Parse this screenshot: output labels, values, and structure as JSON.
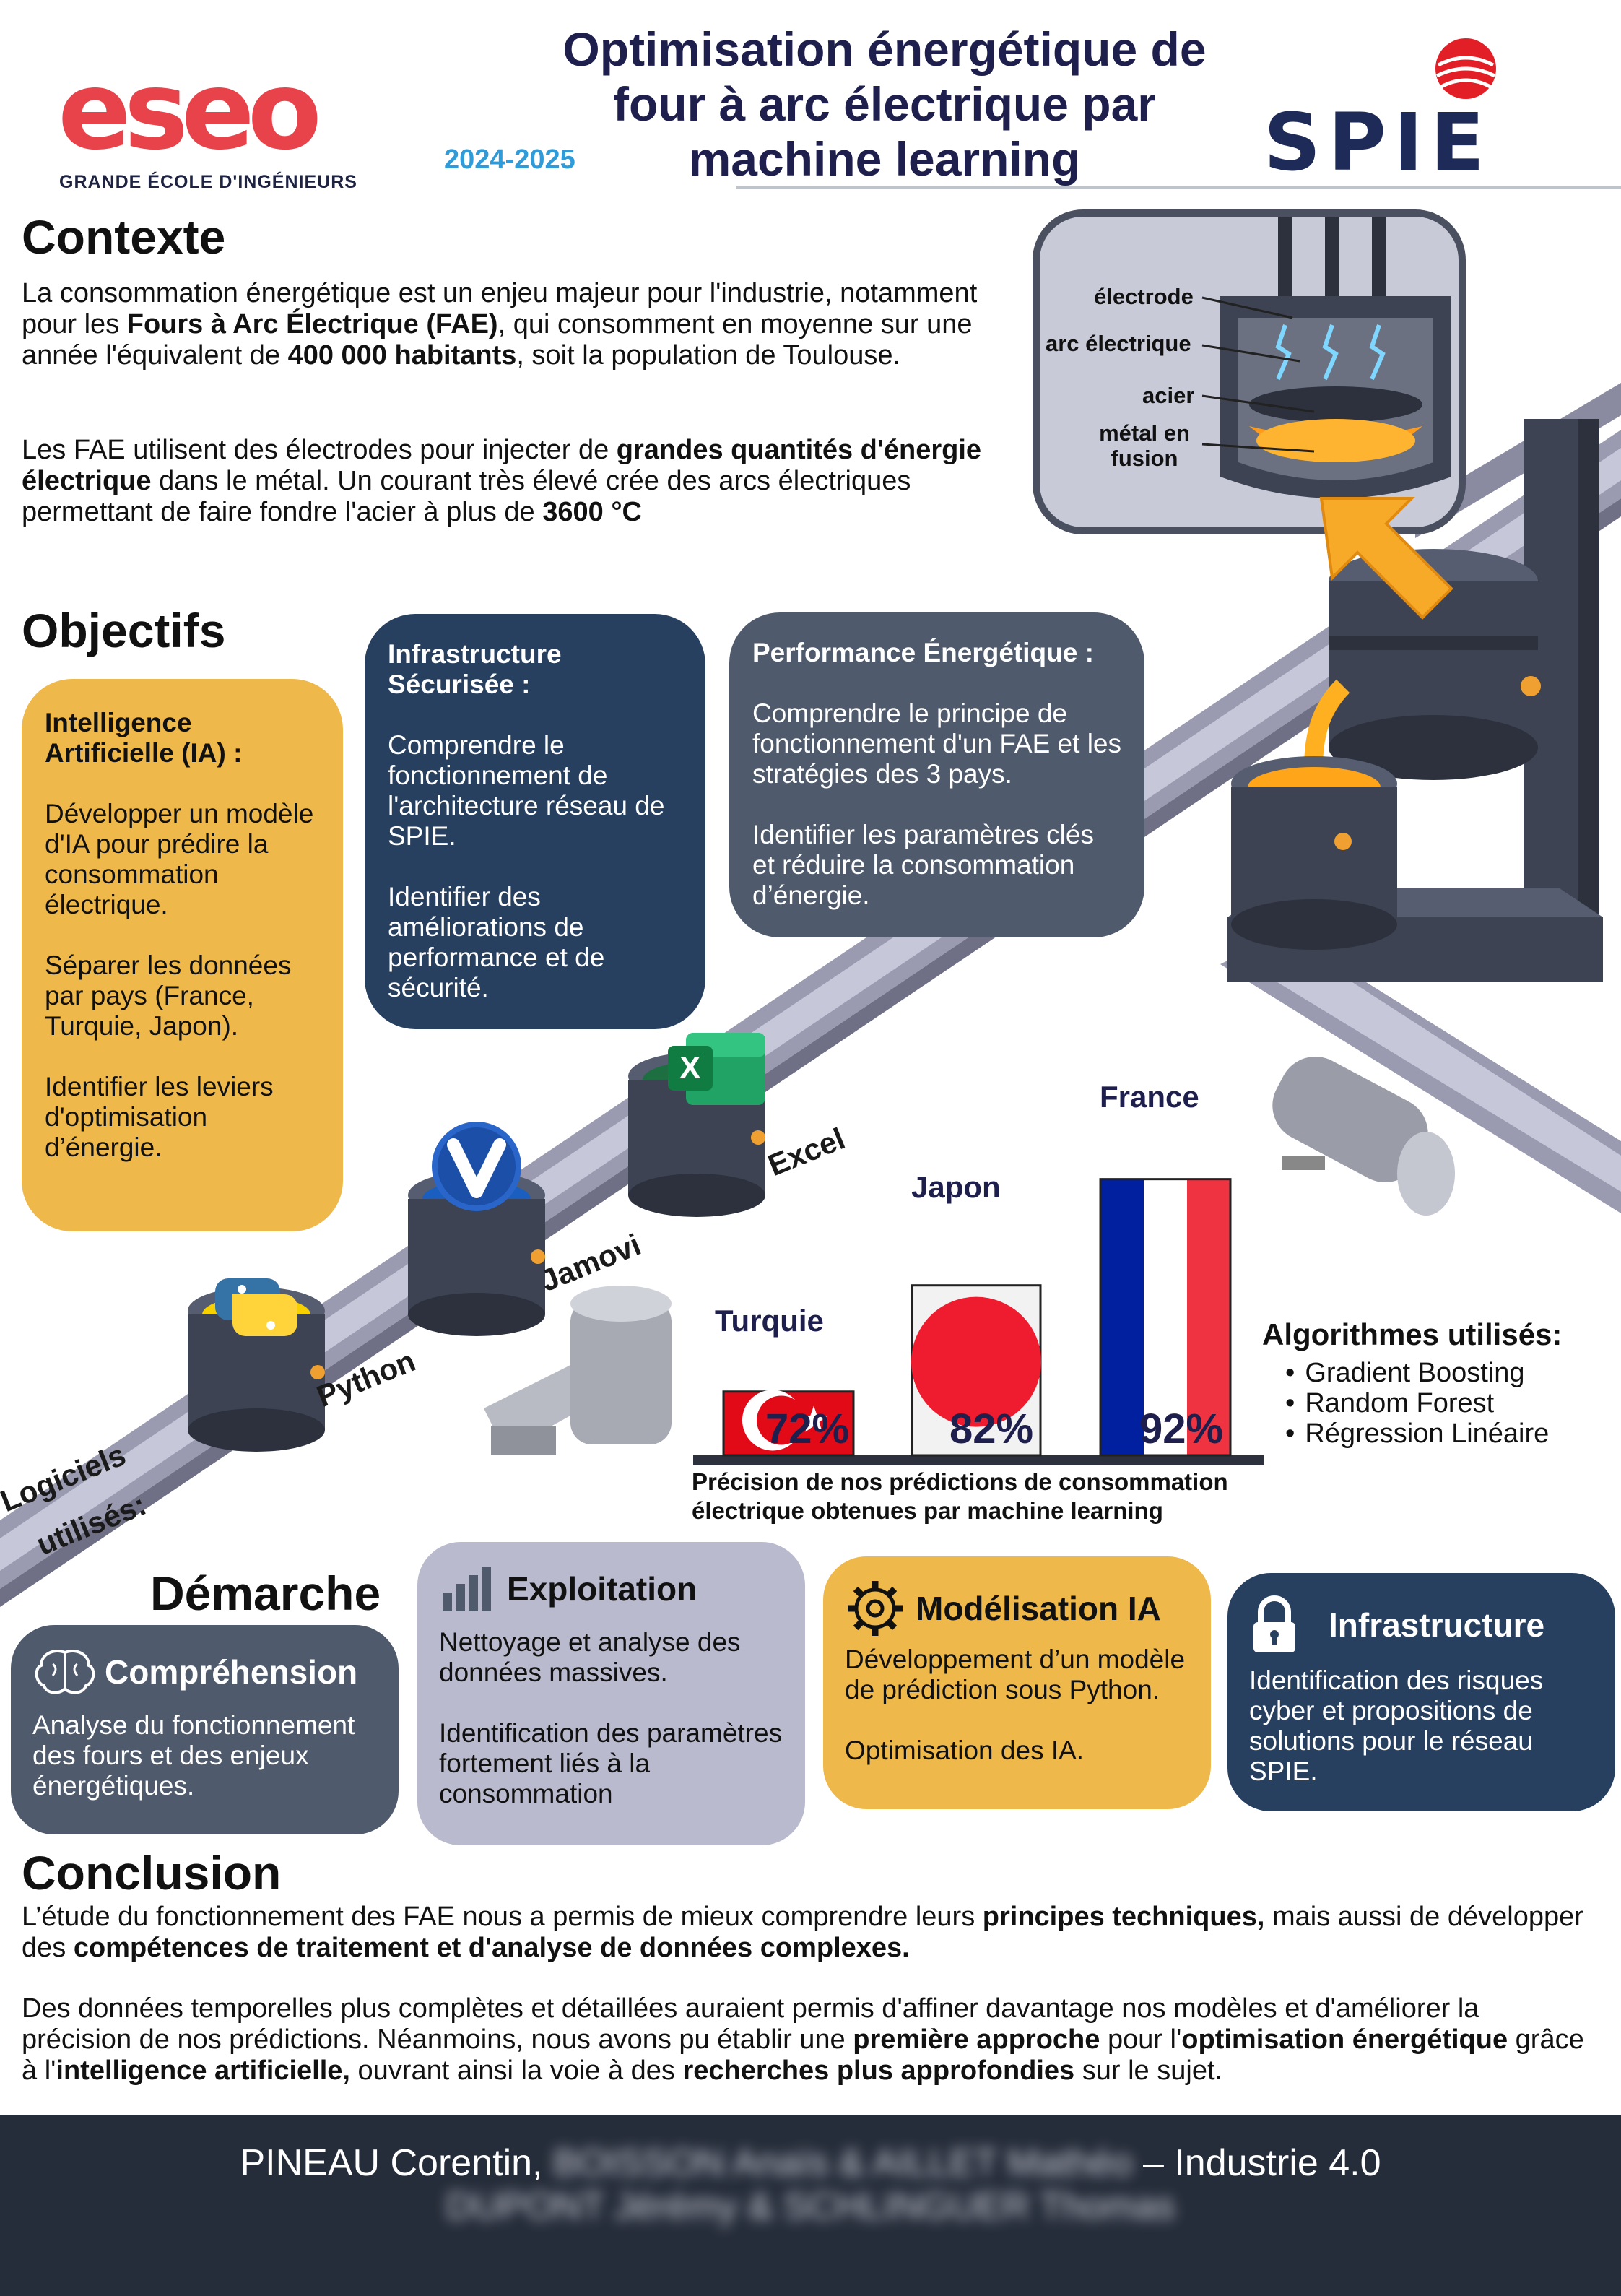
{
  "header": {
    "logo_left": "eseo",
    "logo_left_sub": "GRANDE ÉCOLE D'INGÉNIEURS",
    "year": "2024-2025",
    "title": "Optimisation énergétique de four à arc électrique par machine learning",
    "logo_right": "SPIE"
  },
  "context": {
    "heading": "Contexte",
    "p1_a": "La consommation énergétique est un enjeu majeur pour l'industrie, notamment pour les ",
    "p1_b": "Fours à Arc Électrique (FAE)",
    "p1_c": ", qui consomment en moyenne sur une année l'équivalent de ",
    "p1_d": "400 000 habitants",
    "p1_e": ", soit la population de Toulouse.",
    "p2_a": "Les FAE utilisent des électrodes pour injecter de ",
    "p2_b": "grandes quantités d'énergie électrique",
    "p2_c": " dans le métal. Un courant très élevé crée des arcs électriques permettant de faire fondre l'acier à plus de ",
    "p2_d": "3600 °C"
  },
  "furnace_labels": {
    "electrode": "électrode",
    "arc": "arc électrique",
    "steel": "acier",
    "molten": "métal en fusion"
  },
  "objectives": {
    "heading": "Objectifs",
    "ia": {
      "title": "Intelligence Artificielle (IA) :",
      "p1": "Développer un modèle d'IA pour prédire la consommation électrique.",
      "p2": "Séparer les données par pays (France, Turquie, Japon).",
      "p3": "Identifier les leviers d'optimisation d’énergie."
    },
    "infra": {
      "title": "Infrastructure Sécurisée :",
      "p1": "Comprendre le fonctionnement de l'architecture réseau de SPIE.",
      "p2": "Identifier des améliorations de performance et de sécurité."
    },
    "perf": {
      "title": "Performance Énergétique :",
      "p1": "Comprendre le principe de fonctionnement d'un FAE et les stratégies des 3 pays.",
      "p2": "Identifier les paramètres clés et réduire la consommation d’énergie."
    }
  },
  "software": {
    "label_1": "Logiciels",
    "label_2": "utilisés:",
    "items": [
      "Python",
      "Jamovi",
      "Excel"
    ],
    "excel_icon_letter": "X"
  },
  "chart_data": {
    "type": "bar",
    "categories": [
      "Turquie",
      "Japon",
      "France"
    ],
    "values": [
      72,
      82,
      92
    ],
    "value_labels": [
      "72%",
      "82%",
      "92%"
    ],
    "caption": "Précision de nos prédictions de consommation électrique obtenues par machine learning",
    "ylim": [
      0,
      100
    ],
    "colors": {
      "turquie": "#e30a17",
      "japon_bg": "#f2f2f2",
      "japon_disc": "#ee1c2e",
      "france_blue": "#00209f",
      "france_red": "#ef3340"
    }
  },
  "algorithms": {
    "title": "Algorithmes utilisés:",
    "items": [
      "Gradient Boosting",
      "Random Forest",
      "Régression Linéaire"
    ]
  },
  "approach": {
    "heading": "Démarche",
    "steps": [
      {
        "title": "Compréhension",
        "icon": "brain-icon",
        "p1": "Analyse du fonctionnement des fours et des enjeux énergétiques."
      },
      {
        "title": "Exploitation",
        "icon": "bar-chart-icon",
        "p1": "Nettoyage et analyse des données massives.",
        "p2": "Identification des paramètres fortement liés à la consommation"
      },
      {
        "title": "Modélisation IA",
        "icon": "gear-icon",
        "p1": "Développement d’un modèle de prédiction sous Python.",
        "p2": "Optimisation des IA."
      },
      {
        "title": "Infrastructure",
        "icon": "lock-icon",
        "p1": "Identification des risques cyber et propositions de solutions pour le réseau SPIE."
      }
    ]
  },
  "conclusion": {
    "heading": "Conclusion",
    "p1_a": "L’étude du fonctionnement des FAE nous a permis de mieux comprendre leurs ",
    "p1_b": "principes techniques,",
    "p1_c": " mais aussi de développer des ",
    "p1_d": "compétences de traitement et d'analyse de données complexes.",
    "p2_a": "Des données temporelles plus complètes et détaillées auraient permis d'affiner davantage nos modèles et d'améliorer la précision de nos prédictions. Néanmoins, nous avons pu établir une ",
    "p2_b": "première approche",
    "p2_c": " pour l'",
    "p2_d": "optimisation énergétique",
    "p2_e": " grâce à l'",
    "p2_f": "intelligence artificielle,",
    "p2_g": " ouvrant ainsi la voie à des ",
    "p2_h": "recherches plus approfondies",
    "p2_i": " sur le sujet."
  },
  "footer": {
    "name_visible": "PINEAU Corentin,",
    "names_blurred_1": "BOISSON Anaïs & AILLET Mathéo",
    "suffix": " – Industrie 4.0",
    "names_blurred_2": "DUPONT Jérémy & SCHLINGUER Thomas"
  },
  "colors": {
    "navy": "#28405f",
    "slate": "#4f5b6c",
    "yellow": "#efb84a",
    "lavender": "#b9bacd",
    "title": "#1e1f4d",
    "eseo_red": "#e8434b",
    "eseo_blue": "#2f9bd8",
    "spie_red": "#e21f26"
  }
}
